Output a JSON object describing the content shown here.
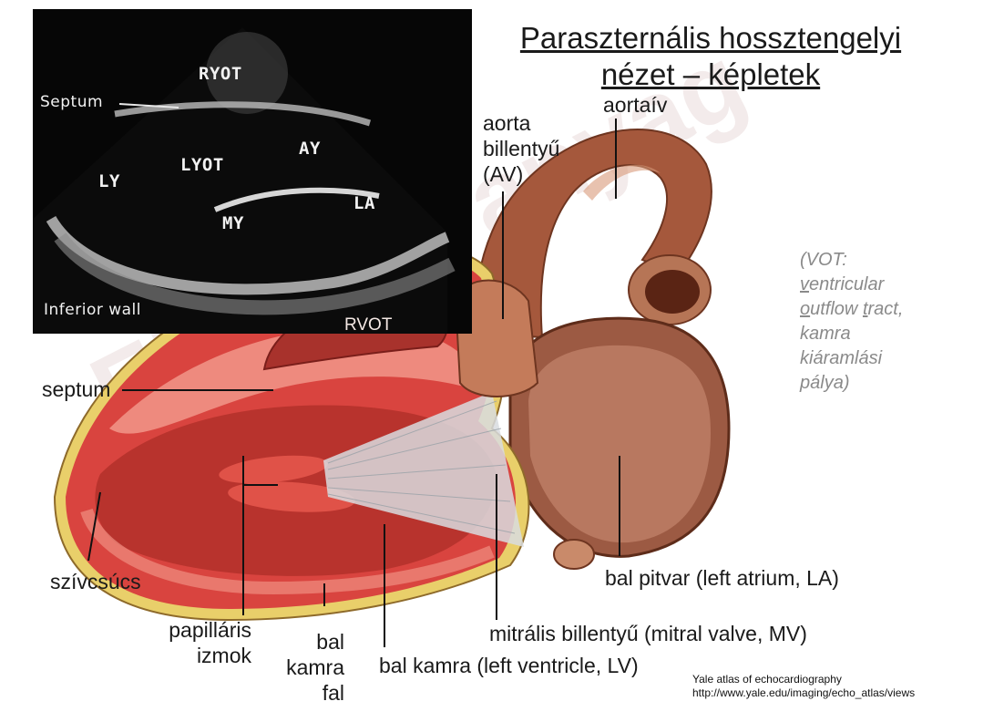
{
  "title": {
    "line1": "Paraszternális hossztengelyi",
    "line2": "nézet – képletek"
  },
  "watermark": "Előadás anyag",
  "echo_labels": {
    "rvot": "RYOT",
    "septum": "Septum",
    "ay": "AY",
    "lv": "LY",
    "lvot": "LYOT",
    "la": "LA",
    "mv": "MY",
    "inferior_wall": "Inferior wall"
  },
  "heart_rvot_label": "RVOT",
  "labels": {
    "aortaiv": "aortaív",
    "aorta_billentyu": [
      "aorta",
      "billentyű",
      "(AV)"
    ],
    "septum": "septum",
    "szivcsucs": "szívcsúcs",
    "papillaris": [
      "papilláris",
      "izmok"
    ],
    "bal_kamra_fal": [
      "bal",
      "kamra",
      "fal"
    ],
    "bal_kamra": "bal kamra (left ventricle, LV)",
    "mitralis": "mitrális billentyű (mitral valve, MV)",
    "bal_pitvar": "bal pitvar (left atrium, LA)"
  },
  "note": {
    "line1": "(VOT:",
    "line2_u": "v",
    "line2_rest": "entricular",
    "line3_u1": "o",
    "line3_mid": "utflow ",
    "line3_u2": "t",
    "line3_rest": "ract,",
    "line4": "kamra",
    "line5": "kiáramlási",
    "line6": "pálya)"
  },
  "credit": {
    "line1": "Yale atlas of echocardiography",
    "line2": "http://www.yale.edu/imaging/echo_atlas/views"
  },
  "colors": {
    "muscle": "#d9443f",
    "muscle_light": "#ee8a7e",
    "chamber": "#a8322c",
    "fat": "#e9cf6a",
    "aorta": "#a5583c",
    "atrium": "#b06a52",
    "valve": "#d8dcdf",
    "note": "#8a8a8a"
  }
}
